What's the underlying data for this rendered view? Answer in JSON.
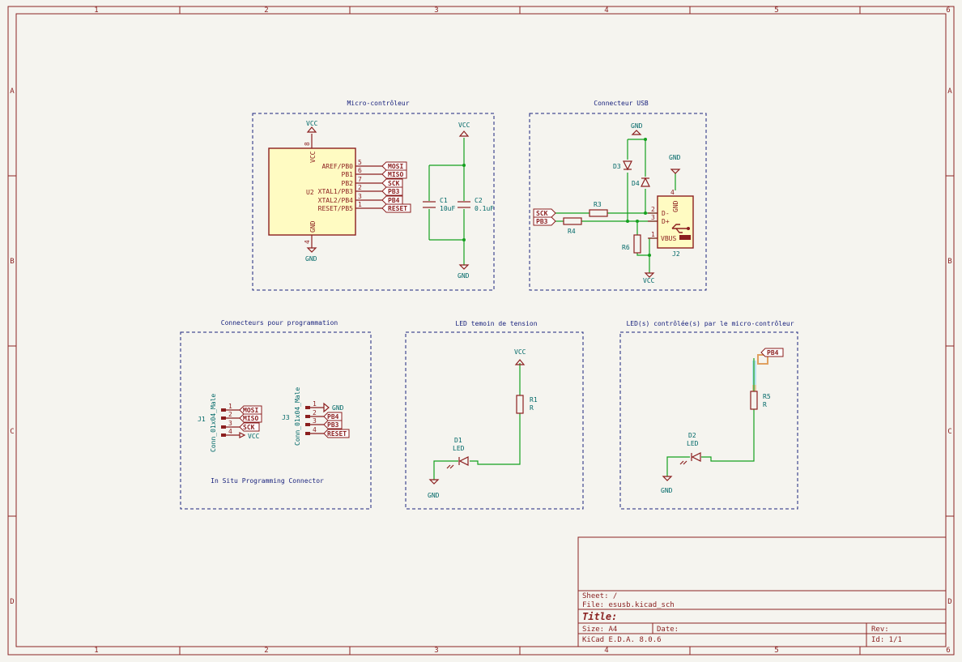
{
  "frame": {
    "col_labels": [
      "1",
      "2",
      "3",
      "4",
      "5",
      "6"
    ],
    "row_labels": [
      "A",
      "B",
      "C",
      "D"
    ]
  },
  "blocks": {
    "mcu": "Micro-contrôleur",
    "usb": "Connecteur USB",
    "prog": "Connecteurs pour programmation",
    "led_power": "LED temoin de tension",
    "led_mcu": "LED(s) contrôlée(s) par le micro-contrôleur"
  },
  "u2": {
    "ref": "U2",
    "vcc_pin": "VCC",
    "gnd_pin": "GND",
    "vcc_num": "8",
    "gnd_num": "4",
    "pins": [
      {
        "name": "AREF/PB0",
        "num": "5",
        "net": "MOSI"
      },
      {
        "name": "PB1",
        "num": "6",
        "net": "MISO"
      },
      {
        "name": "PB2",
        "num": "7",
        "net": "SCK"
      },
      {
        "name": "XTAL1/PB3",
        "num": "2",
        "net": "PB3"
      },
      {
        "name": "XTAL2/PB4",
        "num": "3",
        "net": "PB4"
      },
      {
        "name": "RESET/PB5",
        "num": "1",
        "net": "RESET"
      }
    ]
  },
  "power": {
    "vcc": "VCC",
    "gnd": "GND"
  },
  "caps": {
    "c1_ref": "C1",
    "c1_val": "10uF",
    "c2_ref": "C2",
    "c2_val": "0.1uF"
  },
  "usb": {
    "d3": "D3",
    "d4": "D4",
    "r3": "R3",
    "r4": "R4",
    "r6": "R6",
    "j2": "J2",
    "sck": "SCK",
    "pb3": "PB3",
    "pin_dm": "D-",
    "pin_dp": "D+",
    "pin_vbus": "VBUS",
    "pin_gnd": "GND",
    "n2": "2",
    "n3": "3",
    "n1": "1",
    "n4": "4"
  },
  "j1": {
    "ref": "J1",
    "value": "Conn_01x04_Male",
    "nets": [
      "MOSI",
      "MISO",
      "SCK",
      "VCC"
    ],
    "nums": [
      "1",
      "2",
      "3",
      "4"
    ]
  },
  "j3": {
    "ref": "J3",
    "value": "Conn_01x04_Male",
    "nets": [
      "GND",
      "PB4",
      "PB3",
      "RESET"
    ],
    "nums": [
      "1",
      "2",
      "3",
      "4"
    ]
  },
  "isp_note": "In Situ Programming Connector",
  "led1": {
    "r_ref": "R1",
    "r_val": "R",
    "d_ref": "D1",
    "d_val": "LED"
  },
  "led2": {
    "r_ref": "R5",
    "r_val": "R",
    "d_ref": "D2",
    "d_val": "LED",
    "net": "PB4"
  },
  "title_block": {
    "sheet": "Sheet: /",
    "file": "File: esusb.kicad_sch",
    "title": "Title:",
    "size": "Size: A4",
    "date": "Date:",
    "rev": "Rev:",
    "tool": "KiCad E.D.A.  8.0.6",
    "id": "Id: 1/1"
  }
}
